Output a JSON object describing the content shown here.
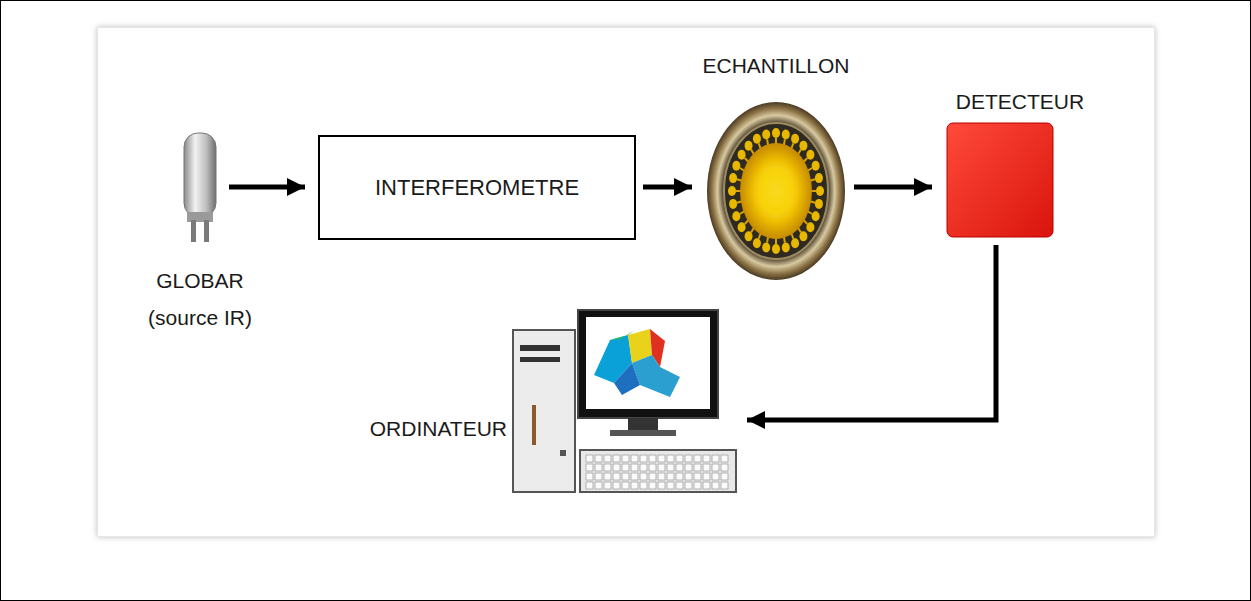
{
  "diagram": {
    "nodes": [
      {
        "text": [
          "GLOBAR (source IR)"
        ]
      },
      {
        "text": [
          "INTERFEROMETRE"
        ]
      },
      {
        "text": [
          "ECHANTILLON"
        ]
      },
      {
        "text": [
          "DETECTEUR"
        ]
      },
      {
        "text": [
          "ORDINATEUR"
        ]
      }
    ],
    "edges": [
      {
        "from": 0,
        "to": 1,
        "arrow": "to"
      },
      {
        "from": 1,
        "to": 2,
        "arrow": "to"
      },
      {
        "from": 2,
        "to": 3,
        "arrow": "to"
      },
      {
        "from": 3,
        "to": 4,
        "arrow": "to"
      }
    ]
  }
}
